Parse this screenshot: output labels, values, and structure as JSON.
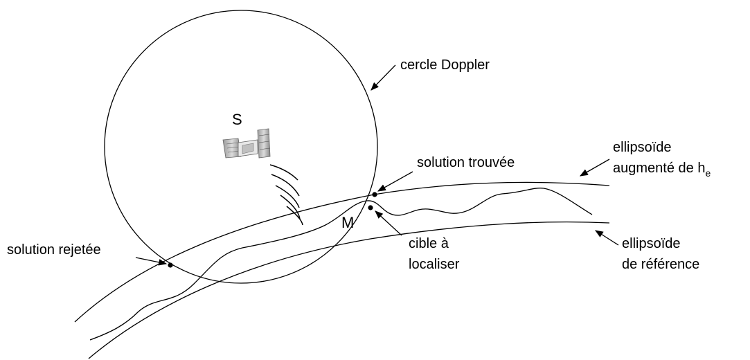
{
  "labels": {
    "doppler_circle": "cercle Doppler",
    "satellite": "S",
    "found_solution": "solution trouvée",
    "rejected_solution": "solution rejetée",
    "target_line1": "cible à",
    "target_line2": "localiser",
    "point_m": "M",
    "augmented_line1": "ellipsoïde",
    "augmented_line2": "augmenté de h",
    "augmented_subscript": "e",
    "reference_line1": "ellipsoïde",
    "reference_line2": "de référence"
  },
  "icons": {
    "satellite": "satellite-icon"
  },
  "colors": {
    "ink": "#000000",
    "background": "#ffffff"
  }
}
